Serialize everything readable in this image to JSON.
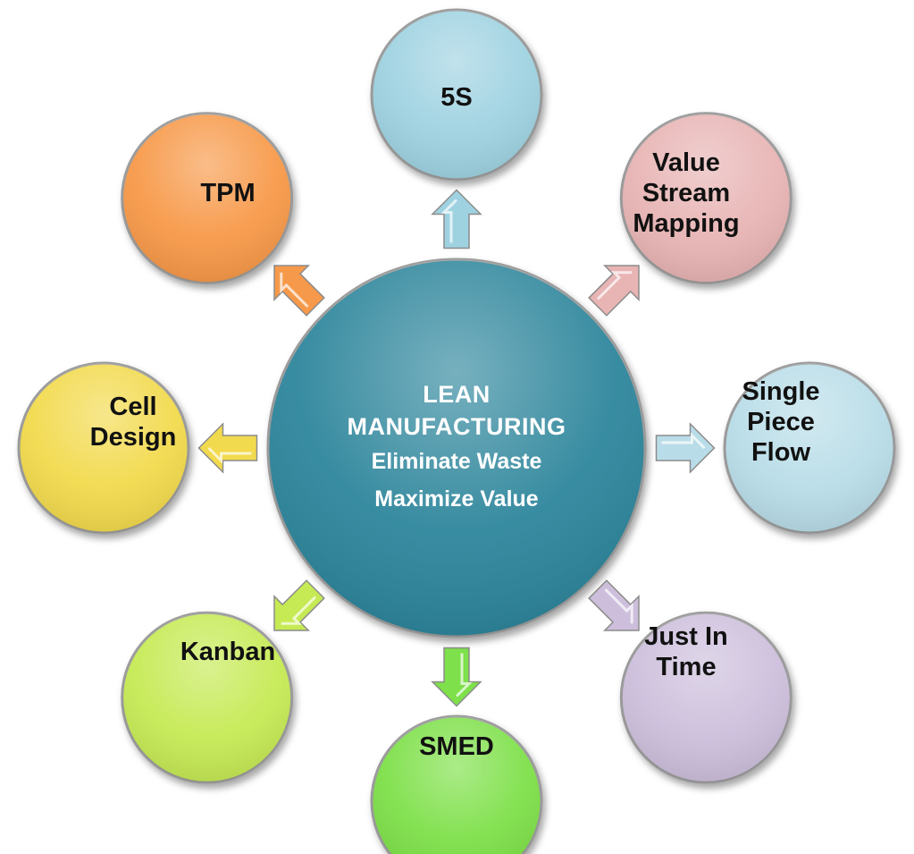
{
  "center": {
    "title_lines": [
      "LEAN",
      "MANUFACTURING"
    ],
    "subtitle_lines": [
      "Eliminate Waste",
      "Maximize Value"
    ],
    "color": "#2f869c"
  },
  "nodes": [
    {
      "id": "5s",
      "lines": [
        "5S"
      ],
      "color": "#9fd2e1"
    },
    {
      "id": "vsm",
      "lines": [
        "Value",
        "Stream",
        "Mapping"
      ],
      "color": "#e8b4b4"
    },
    {
      "id": "spf",
      "lines": [
        "Single",
        "Piece",
        "Flow"
      ],
      "color": "#b9dde8"
    },
    {
      "id": "jit",
      "lines": [
        "Just In",
        "Time"
      ],
      "color": "#cdbfdc"
    },
    {
      "id": "smed",
      "lines": [
        "SMED"
      ],
      "color": "#7ee04a"
    },
    {
      "id": "kanban",
      "lines": [
        "Kanban"
      ],
      "color": "#c6ea54"
    },
    {
      "id": "cell",
      "lines": [
        "Cell",
        "Design"
      ],
      "color": "#f2da4e"
    },
    {
      "id": "tpm",
      "lines": [
        "TPM"
      ],
      "color": "#f7994a"
    }
  ]
}
